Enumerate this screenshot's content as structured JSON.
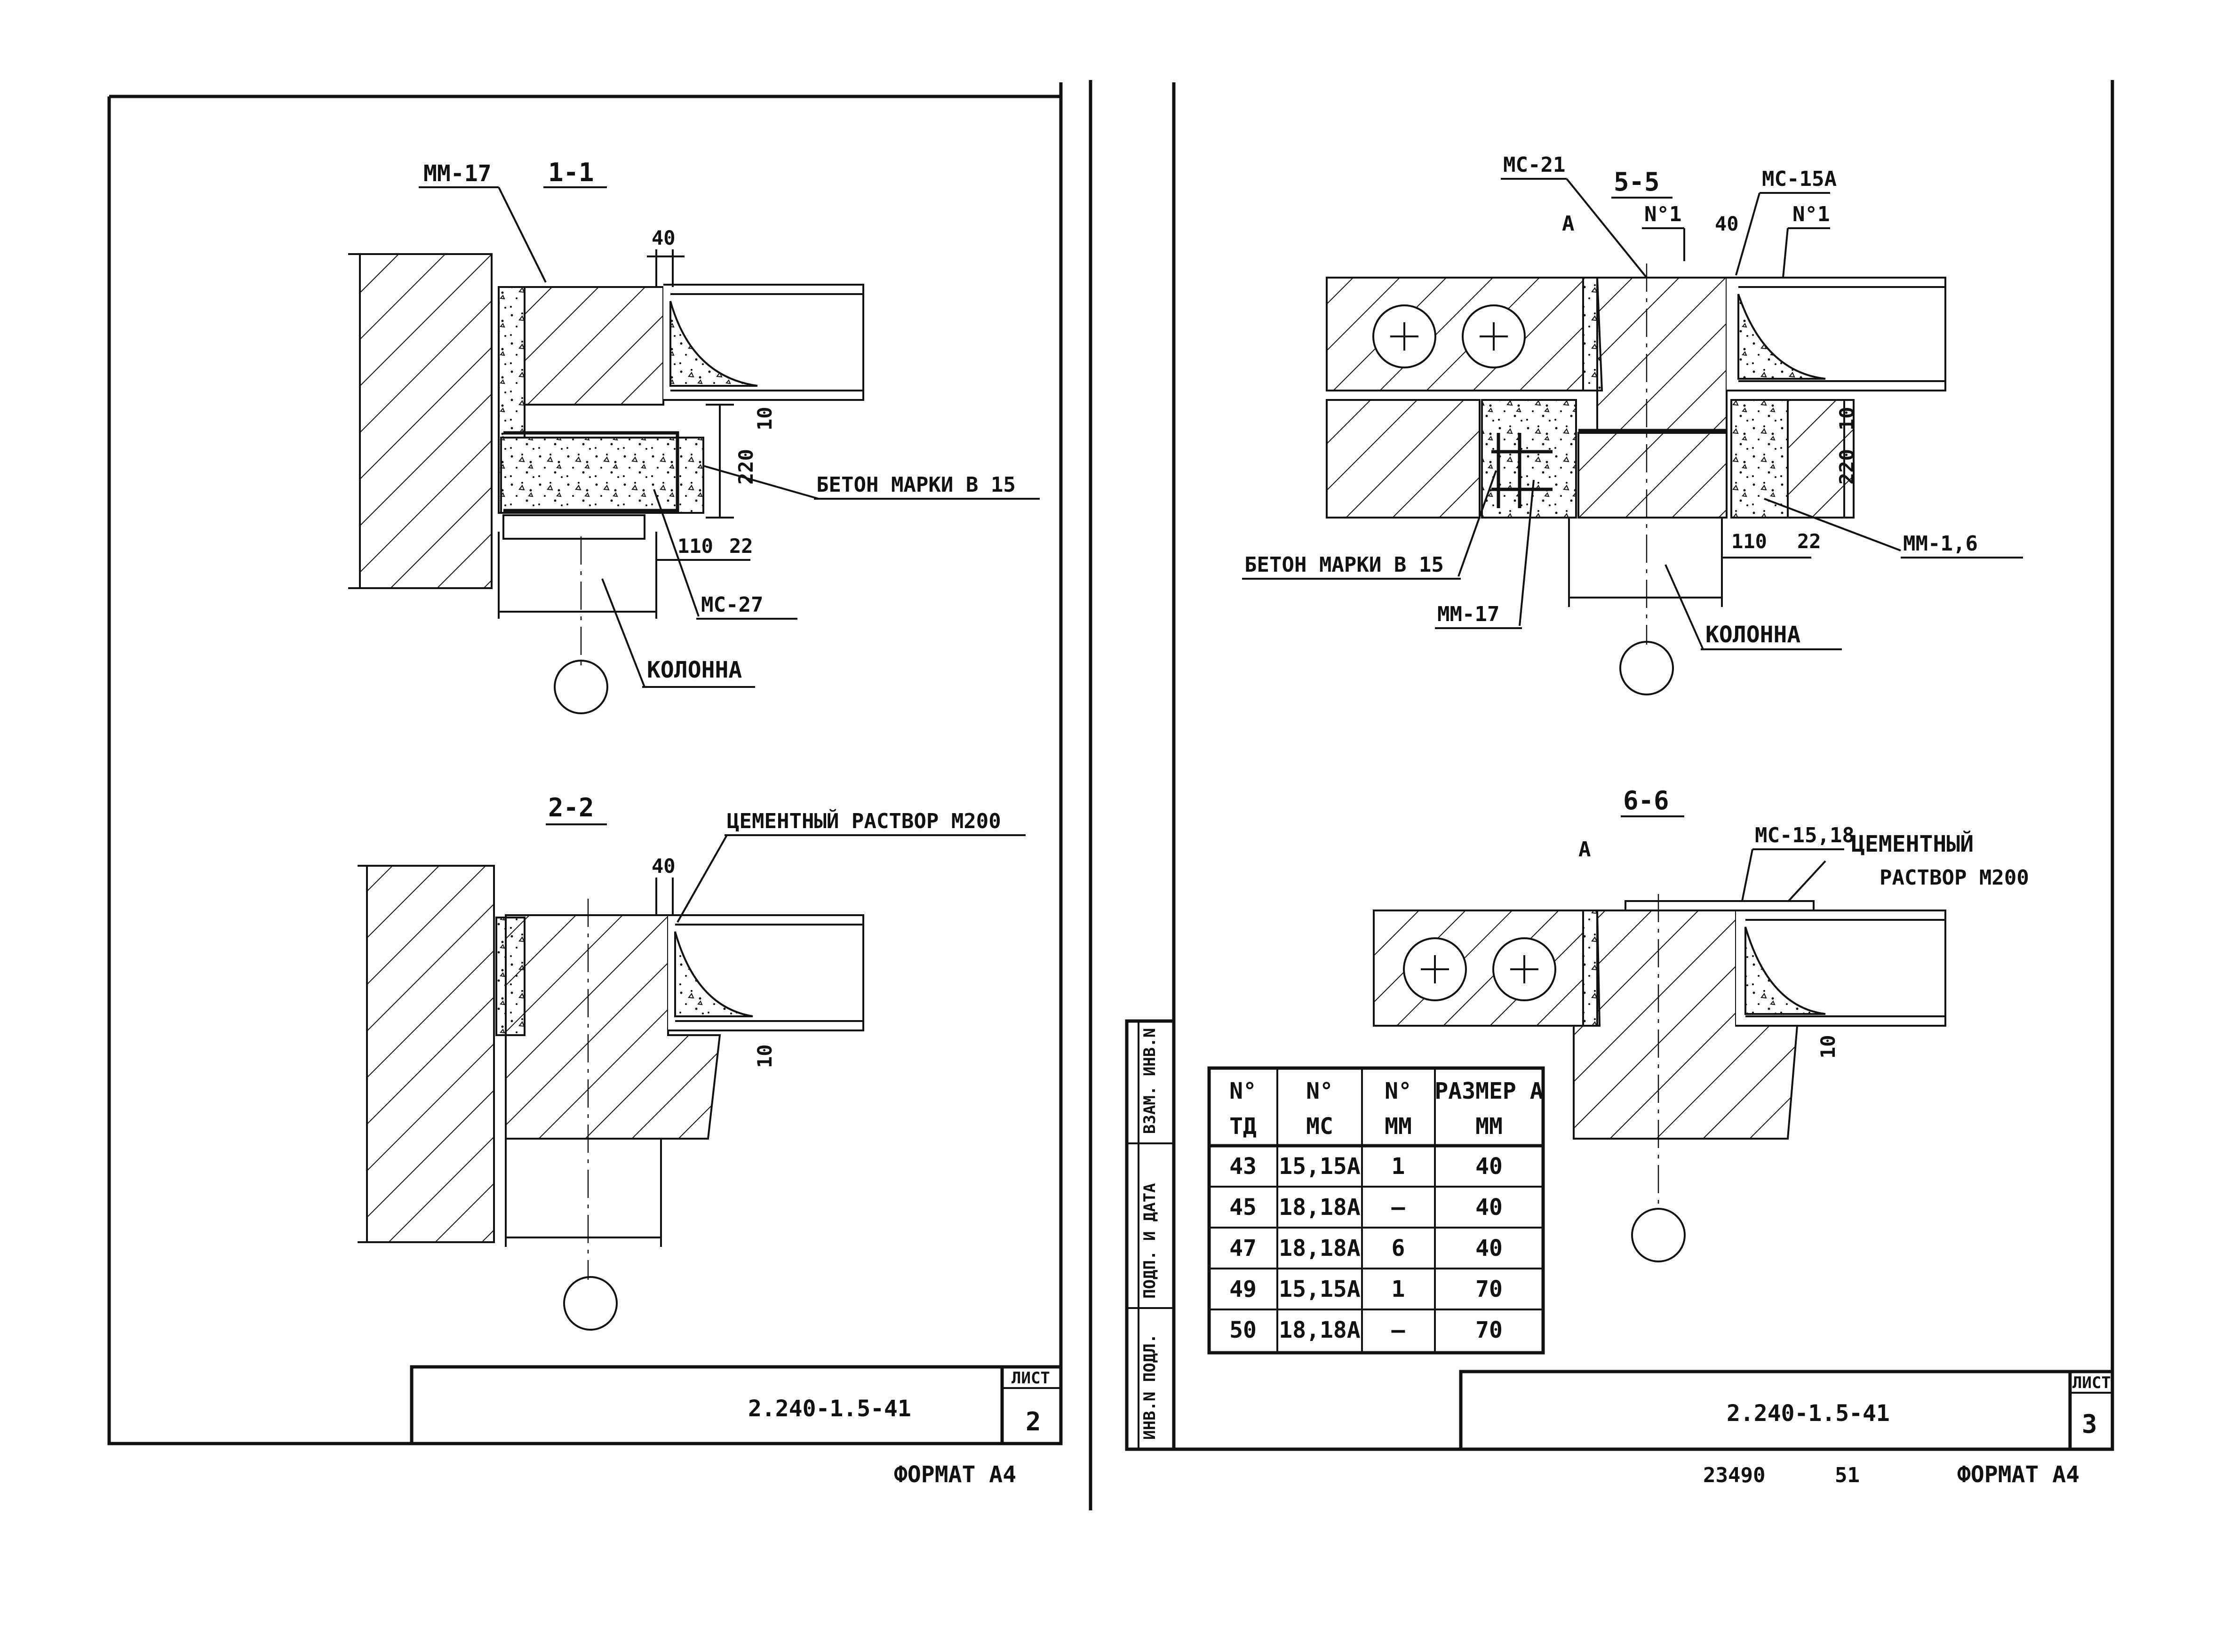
{
  "sheets": [
    {
      "sheet_code": "2.240-1.5-41",
      "sheet_word": "ЛИСТ",
      "sheet_number": "2",
      "format_label": "ФОРМАТ А4",
      "section_1": {
        "title": "1-1",
        "label_mm": "ММ-17",
        "label_concrete": "БЕТОН МАРКИ В 15",
        "label_mc": "МС-27",
        "label_column": "КОЛОННА",
        "dim_top": "40",
        "dim_10": "10",
        "dim_220": "220",
        "dim_110": "110",
        "dim_22": "22"
      },
      "section_2": {
        "title": "2-2",
        "label_mortar": "ЦЕМЕНТНЫЙ РАСТВОР М200",
        "dim_top": "40",
        "dim_10": "10"
      }
    },
    {
      "sheet_code": "2.240-1.5-41",
      "sheet_word": "ЛИСТ",
      "sheet_number": "3",
      "format_label": "ФОРМАТ А4",
      "inventory_number": "23490",
      "inventory_suffix": "51",
      "side_stamp": [
        "ИНВ.N ПОДЛ.",
        "ПОДП. И ДАТА",
        "ВЗАМ. ИНВ.N"
      ],
      "section_5": {
        "title": "5-5",
        "label_mc21": "МС-21",
        "label_mc15a": "МС-15А",
        "label_n1_left": "N°1",
        "label_n1_right": "N°1",
        "label_a": "А",
        "label_concrete": "БЕТОН МАРКИ В 15",
        "label_mm17": "ММ-17",
        "label_column": "КОЛОННА",
        "label_mm16": "ММ-1,6",
        "dim_top": "40",
        "dim_10": "10",
        "dim_220": "220",
        "dim_110": "110",
        "dim_22": "22"
      },
      "section_6": {
        "title": "6-6",
        "label_mc": "МС-15,18",
        "label_mortar_1": "ЦЕМЕНТНЫЙ",
        "label_mortar_2": "РАСТВОР М200",
        "label_a": "А",
        "dim_10": "10"
      },
      "table": {
        "headers": [
          [
            "N°",
            "ТД"
          ],
          [
            "N°",
            "МС"
          ],
          [
            "N°",
            "ММ"
          ],
          [
            "РАЗМЕР А",
            "ММ"
          ]
        ],
        "rows": [
          [
            "43",
            "15,15А",
            "1",
            "40"
          ],
          [
            "45",
            "18,18А",
            "—",
            "40"
          ],
          [
            "47",
            "18,18А",
            "6",
            "40"
          ],
          [
            "49",
            "15,15А",
            "1",
            "70"
          ],
          [
            "50",
            "18,18А",
            "—",
            "70"
          ]
        ]
      }
    }
  ]
}
